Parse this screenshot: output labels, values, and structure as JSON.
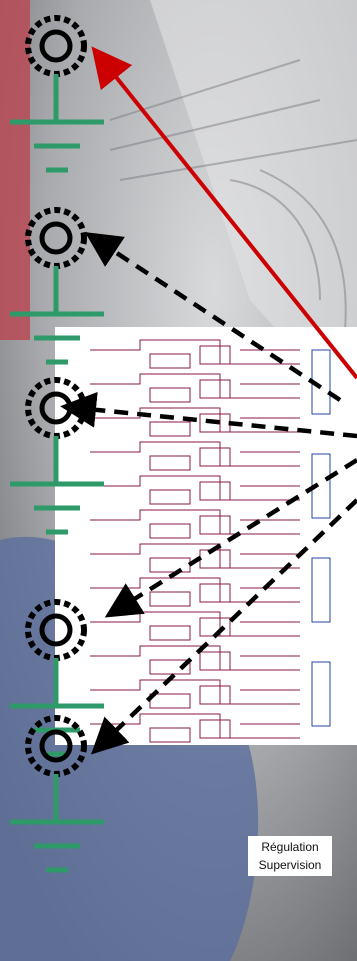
{
  "caption": {
    "line1": "Régulation",
    "line2": "Supervision"
  },
  "colors": {
    "ground": "#2e9a6a",
    "arrow_solid": "#cc0000",
    "arrow_dashed": "#000000",
    "schematic_bg": "#ffffff",
    "schematic_lines": "#8a1a4a"
  },
  "nodes": [
    {
      "name": "node-1",
      "icon": "target-ring-icon"
    },
    {
      "name": "node-2",
      "icon": "target-ring-icon"
    },
    {
      "name": "node-3",
      "icon": "target-ring-icon"
    },
    {
      "name": "node-4",
      "icon": "target-ring-icon"
    },
    {
      "name": "node-5",
      "icon": "target-ring-icon"
    }
  ]
}
